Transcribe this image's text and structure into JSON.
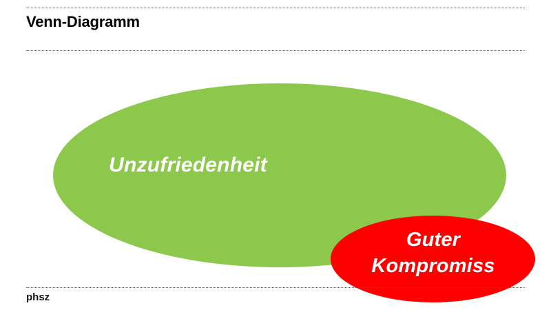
{
  "slide": {
    "title": "Venn-Diagramm",
    "footer_label": "phsz",
    "background_color": "#FFFFFF",
    "rule_color": "#595959"
  },
  "diagram": {
    "type": "venn",
    "relation": "subset",
    "sets": [
      {
        "name": "outer-set",
        "label": "Unzufriedenheit",
        "fill_color": "#8CC84B",
        "text_color": "#FFFFFF"
      },
      {
        "name": "inner-set",
        "label_line1": "Guter",
        "label_line2": "Kompromiss",
        "fill_color": "#FF0000",
        "text_color": "#FFFFFF"
      }
    ]
  }
}
